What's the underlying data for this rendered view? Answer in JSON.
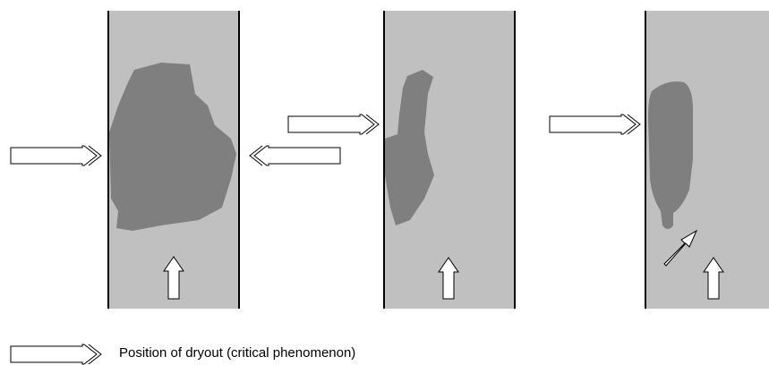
{
  "legend": {
    "label": "Position of dryout (critical phenomenon)"
  },
  "colors": {
    "channel_fill": "#c0c0c0",
    "vapor_blob": "#7f7f7f",
    "wall": "#000000",
    "arrow_fill": "#ffffff",
    "arrow_stroke": "#000000",
    "background": "#ffffff"
  },
  "panels": [
    {
      "id": "panel-1",
      "dryout_arrows": [
        "left-wall",
        "right-wall"
      ],
      "flow_arrow": "up"
    },
    {
      "id": "panel-2",
      "dryout_arrows": [
        "left-wall"
      ],
      "flow_arrow": "up"
    },
    {
      "id": "panel-3",
      "dryout_arrows": [
        "left-wall"
      ],
      "flow_arrow": "up",
      "extra_arrow": "diagonal-up-right"
    }
  ]
}
